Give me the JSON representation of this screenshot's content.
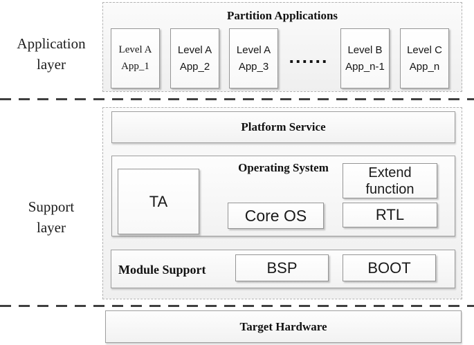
{
  "left_labels": {
    "application": "Application\nlayer",
    "support": "Support\nlayer"
  },
  "application_layer": {
    "title": "Partition Applications",
    "apps": [
      "Level A\nApp_1",
      "Level A\nApp_2",
      "Level A\nApp_3",
      "Level B\nApp_n-1",
      "Level C\nApp_n"
    ],
    "ellipsis": "......"
  },
  "support_layer": {
    "platform_service": "Platform Service",
    "operating_system": {
      "title": "Operating System",
      "ta": "TA",
      "core_os": "Core OS",
      "extend_function": "Extend\nfunction",
      "rtl": "RTL"
    },
    "module_support": {
      "title": "Module Support",
      "bsp": "BSP",
      "boot": "BOOT"
    }
  },
  "hardware_layer": {
    "target_hardware": "Target Hardware"
  },
  "colors": {
    "box_border": "#949494",
    "dashed_border": "#b2b2b2",
    "separator": "#3f3f3f",
    "text": "#1a1a1a"
  }
}
